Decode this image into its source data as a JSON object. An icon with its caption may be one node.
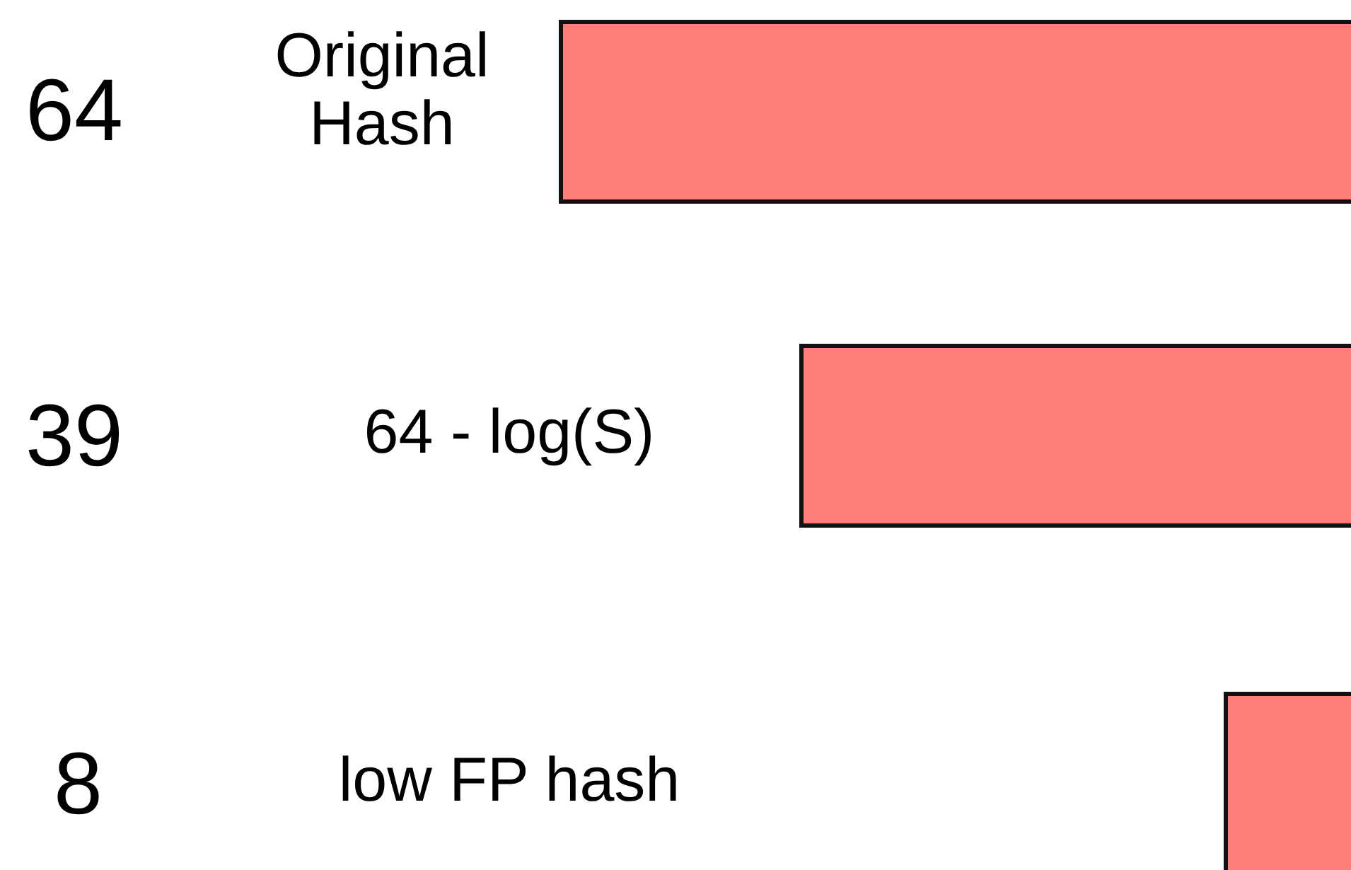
{
  "diagram": {
    "nodes": [
      {
        "text": [],
        "shape": "bar",
        "beside": [
          "64",
          "Original Hash"
        ]
      },
      {
        "text": [],
        "shape": "bar",
        "beside": [
          "39",
          "64 - log(S)"
        ]
      },
      {
        "text": [],
        "shape": "bar",
        "beside": [
          "8",
          "low FP hash"
        ]
      }
    ]
  }
}
